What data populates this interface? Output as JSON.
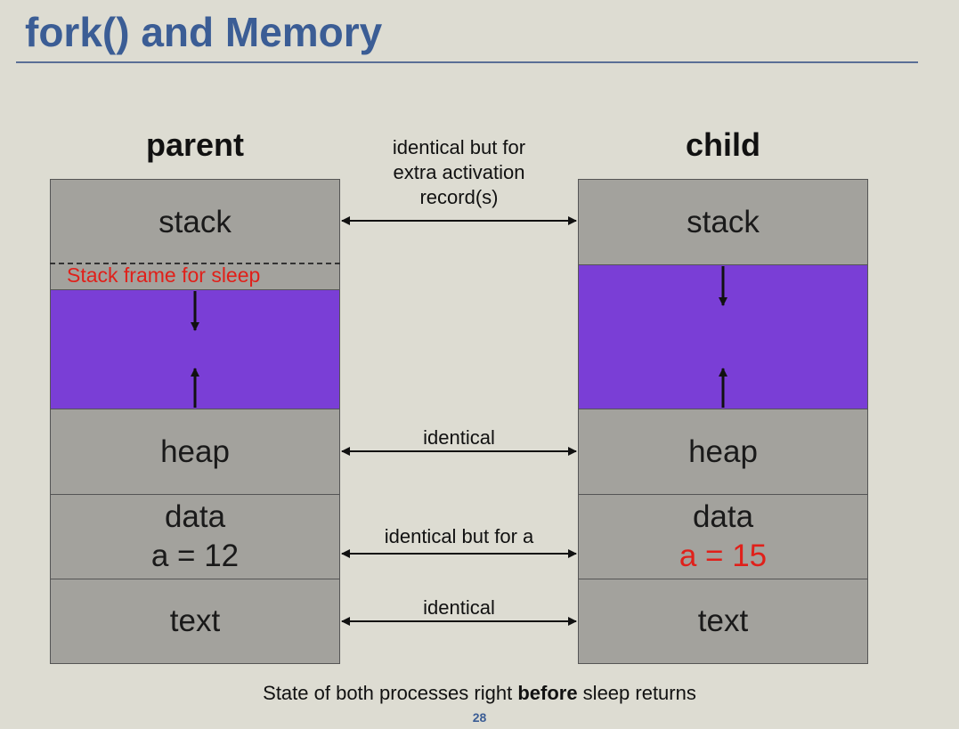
{
  "slide": {
    "title": "fork() and Memory",
    "page_number": "28",
    "caption_before": "State of both processes right ",
    "caption_bold": "before",
    "caption_after": " sleep returns"
  },
  "parent": {
    "heading": "parent",
    "stack": "stack",
    "stack_frame_note": "Stack frame for sleep",
    "heap": "heap",
    "data": "data",
    "data_value": "a = 12",
    "text": "text"
  },
  "child": {
    "heading": "child",
    "stack": "stack",
    "heap": "heap",
    "data": "data",
    "data_value": "a = 15",
    "text": "text"
  },
  "connections": {
    "stack": "identical but for\nextra activation\nrecord(s)",
    "heap": "identical",
    "data": "identical but for a",
    "text": "identical"
  },
  "colors": {
    "title": "#3b5d95",
    "segment": "#a3a29d",
    "free_space": "#7a3ed6",
    "highlight": "#e0201a",
    "background": "#dddcd2"
  }
}
